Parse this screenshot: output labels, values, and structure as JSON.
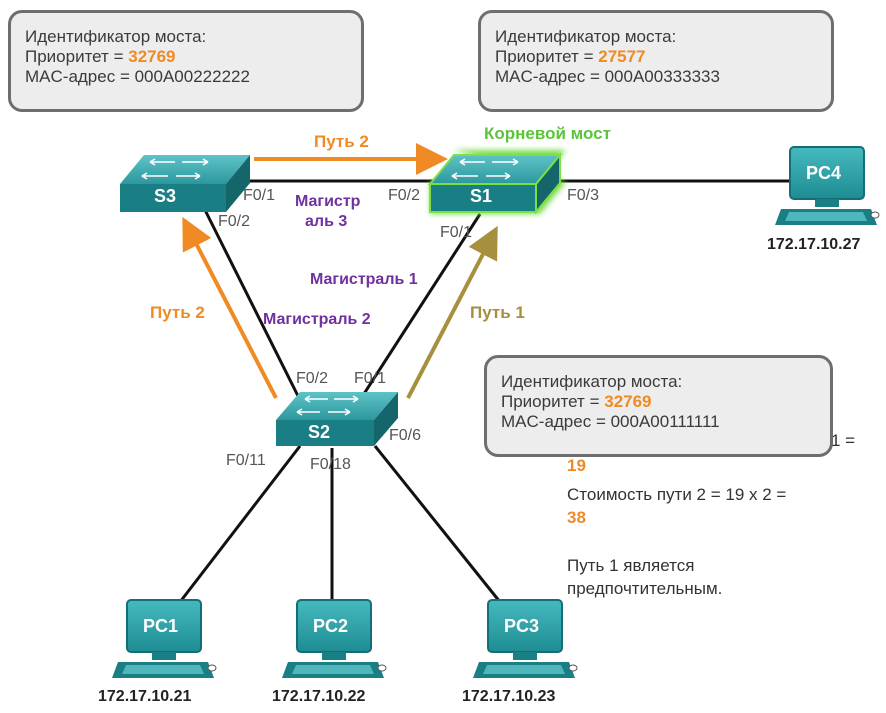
{
  "bridge_boxes": {
    "s3": {
      "title": "Идентификатор моста:",
      "priority_label": "Приоритет = ",
      "priority": "32769",
      "mac": "MAC-адрес = 000A00222222"
    },
    "s1": {
      "title": "Идентификатор моста:",
      "priority_label": "Приоритет = ",
      "priority": "27577",
      "mac": "MAC-адрес = 000A00333333"
    },
    "s2": {
      "title": "Идентификатор моста:",
      "priority_label": "Приоритет = ",
      "priority": "32769",
      "mac": "MAC-адрес = 000A00111111"
    }
  },
  "root_label": "Корневой мост",
  "switches": {
    "s1": "S1",
    "s2": "S2",
    "s3": "S3"
  },
  "pcs": {
    "pc1": {
      "name": "PC1",
      "ip": "172.17.10.21"
    },
    "pc2": {
      "name": "PC2",
      "ip": "172.17.10.22"
    },
    "pc3": {
      "name": "PC3",
      "ip": "172.17.10.23"
    },
    "pc4": {
      "name": "PC4",
      "ip": "172.17.10.27"
    }
  },
  "ports": {
    "s3_f01": "F0/1",
    "s3_f02": "F0/2",
    "s1_f02": "F0/2",
    "s1_f01": "F0/1",
    "s1_f03": "F0/3",
    "s2_f02": "F0/2",
    "s2_f01": "F0/1",
    "s2_f06": "F0/6",
    "s2_f011": "F0/11",
    "s2_f018": "F0/18"
  },
  "trunks": {
    "t3_line1": "Магистр",
    "t3_line2": "аль 3",
    "t1": "Магистраль 1",
    "t2": "Магистраль 2"
  },
  "paths": {
    "top": "Путь 2",
    "left": "Путь 2",
    "right": "Путь 1"
  },
  "cost_text": {
    "line1_tail": "1 =",
    "line2_value": "19",
    "line3": "Стоимость пути 2 = 19 x 2 =",
    "line4_value": "38",
    "line5": "Путь 1 является",
    "line6": "предпочтительным."
  },
  "colors": {
    "orange": "#f08a24",
    "olive": "#a68f3d",
    "purple": "#7030a0",
    "green_glow": "#6fd63a",
    "teal": "#1a7f85"
  }
}
